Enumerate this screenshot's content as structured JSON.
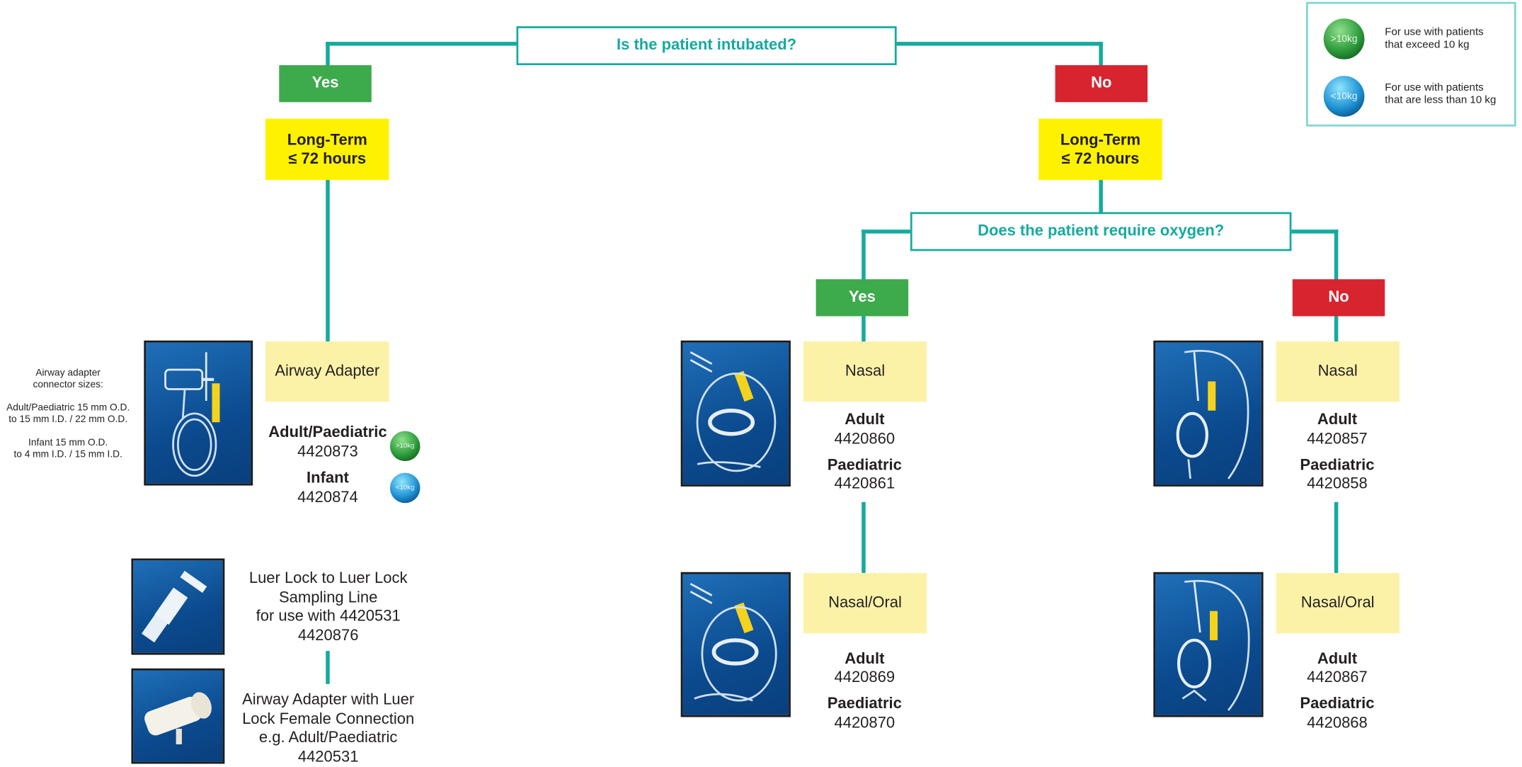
{
  "questions": {
    "intubated": "Is the patient intubated?",
    "oxygen": "Does the patient require oxygen?"
  },
  "answers": {
    "yes": "Yes",
    "no": "No"
  },
  "long_term": {
    "line1": "Long-Term",
    "line2": "≤ 72 hours"
  },
  "legend": {
    "over_badge": ">10kg",
    "over_text": [
      "For use with patients",
      "that exceed 10 kg"
    ],
    "under_badge": "<10kg",
    "under_text": [
      "For use with patients",
      "that are less than 10 kg"
    ]
  },
  "airway_adapter": {
    "title": "Airway Adapter",
    "sizes_note": [
      "Airway adapter",
      "connector sizes:",
      "",
      "Adult/Paediatric 15 mm O.D.",
      "to 15 mm I.D. / 22 mm O.D.",
      "",
      "Infant 15 mm O.D.",
      "to 4 mm I.D. / 15 mm I.D."
    ],
    "adult_label": "Adult/Paediatric",
    "adult_code": "4420873",
    "infant_label": "Infant",
    "infant_code": "4420874"
  },
  "sampling_line": {
    "lines": [
      "Luer Lock to Luer Lock",
      "Sampling Line",
      "for use with 4420531",
      "4420876"
    ]
  },
  "adapter_luer": {
    "lines": [
      "Airway Adapter with Luer",
      "Lock Female Connection",
      "e.g. Adult/Paediatric",
      "4420531"
    ]
  },
  "oxygen_yes": {
    "nasal": {
      "title": "Nasal",
      "adult_label": "Adult",
      "adult_code": "4420860",
      "paed_label": "Paediatric",
      "paed_code": "4420861"
    },
    "nasal_oral": {
      "title": "Nasal/Oral",
      "adult_label": "Adult",
      "adult_code": "4420869",
      "paed_label": "Paediatric",
      "paed_code": "4420870"
    }
  },
  "oxygen_no": {
    "nasal": {
      "title": "Nasal",
      "adult_label": "Adult",
      "adult_code": "4420857",
      "paed_label": "Paediatric",
      "paed_code": "4420858"
    },
    "nasal_oral": {
      "title": "Nasal/Oral",
      "adult_label": "Adult",
      "adult_code": "4420867",
      "paed_label": "Paediatric",
      "paed_code": "4420868"
    }
  },
  "colors": {
    "teal": "#15aaa0",
    "yes_green": "#3daa4b",
    "no_red": "#d7242f",
    "yellow": "#fff200",
    "cream": "#fbf2a8",
    "photo_blue": "#0b4a8e"
  }
}
